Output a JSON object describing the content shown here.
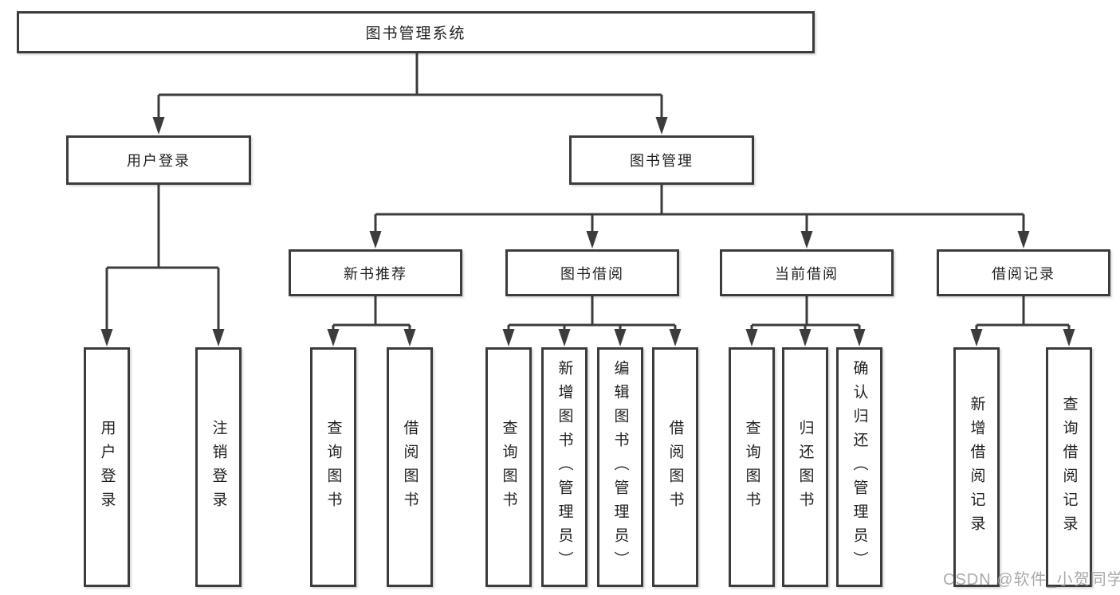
{
  "diagram": {
    "title": "图书管理系统",
    "tree": {
      "label": "图书管理系统",
      "children": [
        {
          "label": "用户登录",
          "children": [
            {
              "label": "用户登录"
            },
            {
              "label": "注销登录"
            }
          ]
        },
        {
          "label": "图书管理",
          "children": [
            {
              "label": "新书推荐",
              "children": [
                {
                  "label": "查询图书"
                },
                {
                  "label": "借阅图书"
                }
              ]
            },
            {
              "label": "图书借阅",
              "children": [
                {
                  "label": "查询图书"
                },
                {
                  "label": "新增图书（管理员）"
                },
                {
                  "label": "编辑图书（管理员）"
                },
                {
                  "label": "借阅图书"
                }
              ]
            },
            {
              "label": "当前借阅",
              "children": [
                {
                  "label": "查询图书"
                },
                {
                  "label": "归还图书"
                },
                {
                  "label": "确认归还（管理员）"
                }
              ]
            },
            {
              "label": "借阅记录",
              "children": [
                {
                  "label": "新增借阅记录"
                },
                {
                  "label": "查询借阅记录"
                }
              ]
            }
          ]
        }
      ]
    },
    "colors": {
      "line": "#3c3c3c",
      "box_background": "#ffffff",
      "text": "#1f1f1f",
      "watermark": "#9c9c9c"
    }
  },
  "watermark": {
    "text": "CSDN @软件_小贺同学"
  }
}
